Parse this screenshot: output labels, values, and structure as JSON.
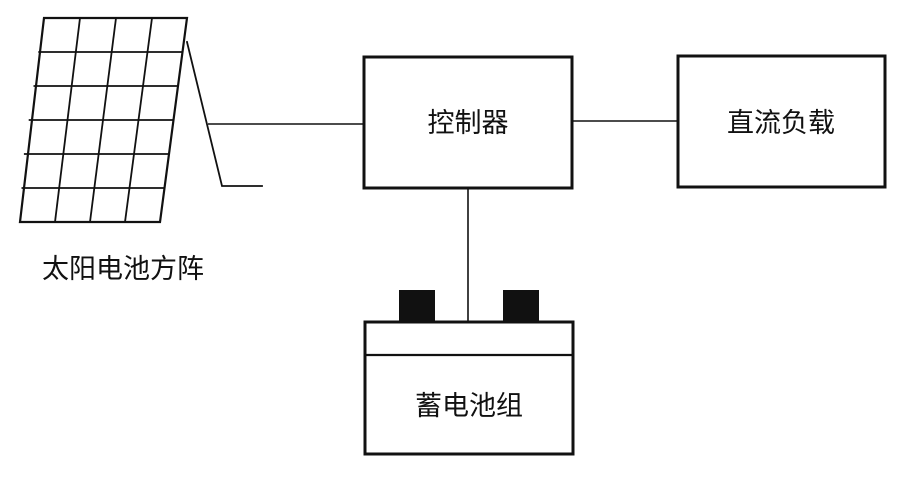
{
  "diagram": {
    "solar_array": {
      "label": "太阳电池方阵"
    },
    "controller": {
      "label": "控制器"
    },
    "dc_load": {
      "label": "直流负载"
    },
    "battery_bank": {
      "label": "蓄电池组"
    }
  },
  "colors": {
    "ink": "#111111",
    "background": "#ffffff"
  }
}
